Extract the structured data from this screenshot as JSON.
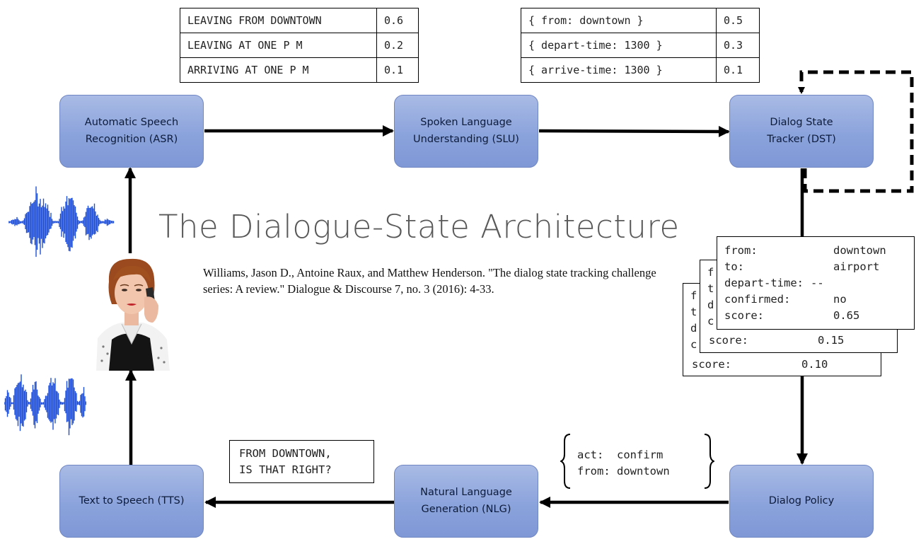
{
  "title": "The Dialogue-State Architecture",
  "citation": "Williams, Jason D., Antoine Raux, and Matthew Henderson. \"The dialog state tracking challenge series: A review.\" Dialogue & Discourse 7, no. 3 (2016): 4-33.",
  "components": {
    "asr": "Automatic Speech\nRecognition (ASR)",
    "slu": "Spoken Language\nUnderstanding (SLU)",
    "dst": "Dialog State\nTracker (DST)",
    "policy": "Dialog Policy",
    "nlg": "Natural Language\nGeneration (NLG)",
    "tts": "Text to Speech (TTS)"
  },
  "asr_hypotheses": [
    {
      "text": "LEAVING FROM DOWNTOWN",
      "score": "0.6"
    },
    {
      "text": "LEAVING AT ONE P M",
      "score": "0.2"
    },
    {
      "text": "ARRIVING AT ONE P M",
      "score": "0.1"
    }
  ],
  "slu_hypotheses": [
    {
      "text": "{ from: downtown }",
      "score": "0.5"
    },
    {
      "text": "{ depart-time: 1300 }",
      "score": "0.3"
    },
    {
      "text": "{ arrive-time: 1300 }",
      "score": "0.1"
    }
  ],
  "dialog_states": {
    "front": [
      {
        "key": "from:",
        "value": "downtown"
      },
      {
        "key": "to:",
        "value": "airport"
      },
      {
        "key": "depart-time:",
        "value": "--"
      },
      {
        "key": "confirmed:",
        "value": "no"
      },
      {
        "key": "score:",
        "value": "0.65"
      }
    ],
    "middle": {
      "partial_keys": [
        "f",
        "t",
        "d",
        "c"
      ],
      "score_label": "score:",
      "score_value": "0.15"
    },
    "back": {
      "partial_keys": [
        "f",
        "t",
        "d",
        "c"
      ],
      "score_label": "score:",
      "score_value": "0.10"
    }
  },
  "policy_action": {
    "lines": [
      "act:  confirm",
      "from: downtown"
    ]
  },
  "nlg_output": {
    "lines": [
      "FROM DOWNTOWN,",
      "IS THAT RIGHT?"
    ]
  },
  "colors": {
    "box_fill": "#8ba3dc",
    "box_border": "#6f86c3",
    "waveform": "#1f4fd6",
    "arrow": "#000000"
  }
}
